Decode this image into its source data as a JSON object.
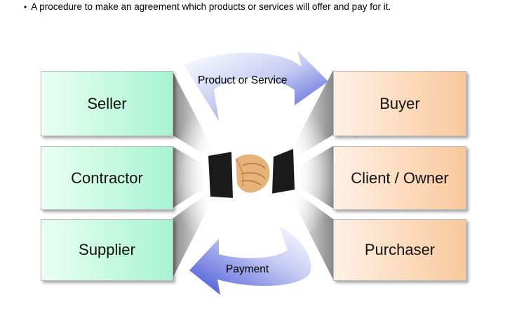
{
  "header": {
    "bullet": "•",
    "text": "A procedure to make an agreement which products or services will offer and pay for it."
  },
  "diagram": {
    "left_boxes": [
      "Seller",
      "Contractor",
      "Supplier"
    ],
    "right_boxes": [
      "Buyer",
      "Client / Owner",
      "Purchaser"
    ],
    "top_arrow_label": "Product or Service",
    "bottom_arrow_label": "Payment",
    "center_icon": "handshake-icon",
    "colors": {
      "left_box": "#a7f3d2",
      "right_box": "#f9c89b",
      "arrow": "#4a58d8"
    }
  }
}
